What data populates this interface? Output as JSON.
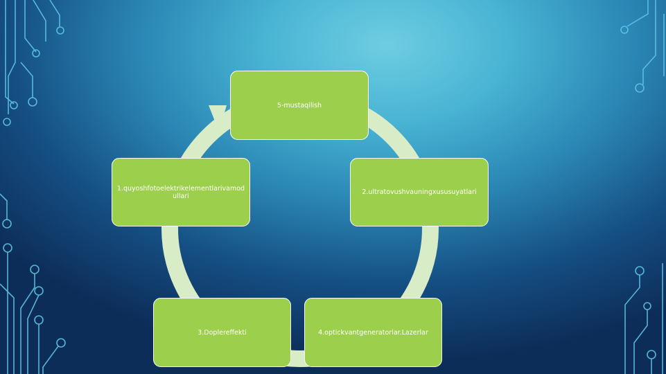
{
  "colors": {
    "box_fill": "#9ccf4c",
    "box_border": "#ffffff",
    "cycle_arrow": "#d9ecc8",
    "circuit_lines": "#5fc4e6"
  },
  "cycle": {
    "step5": "5-mustaqilish",
    "step2": "2.ultratovushvauningxususuyatlari",
    "step4": "4.optickvantgeneratorlar.Lazerlar",
    "step3": "3.Doplereffekti",
    "step1": "1.quyoshfotoelektrikelementlarivamodullari"
  }
}
